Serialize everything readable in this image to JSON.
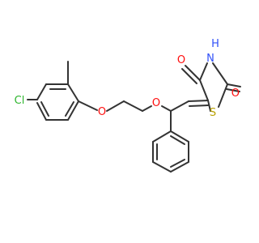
{
  "molecule": {
    "atoms": [
      {
        "id": "cl",
        "symbol": "Cl",
        "color": "#2db52d"
      },
      {
        "id": "o_ether1",
        "symbol": "O",
        "color": "#ff0d0d"
      },
      {
        "id": "o_ether2",
        "symbol": "O",
        "color": "#ff0d0d"
      },
      {
        "id": "o_carbonyl4",
        "symbol": "O",
        "color": "#ff0d0d"
      },
      {
        "id": "o_carbonyl2",
        "symbol": "O",
        "color": "#ff0d0d"
      },
      {
        "id": "nh",
        "symbol": "H",
        "color": "#3050f8"
      },
      {
        "id": "n",
        "symbol": "N",
        "color": "#3050f8"
      },
      {
        "id": "s",
        "symbol": "S",
        "color": "#b8a000"
      }
    ],
    "bond_color": "#333333"
  }
}
